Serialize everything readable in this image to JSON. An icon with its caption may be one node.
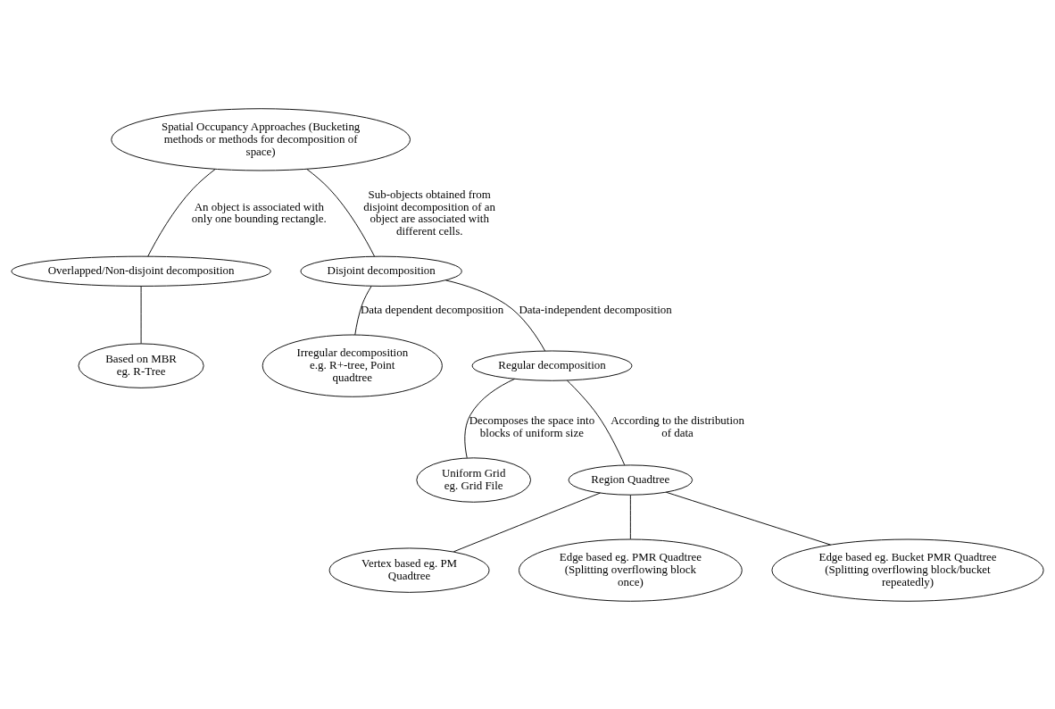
{
  "diagram": {
    "nodes": [
      {
        "text": [
          "Spatial Occupancy Approaches (Bucketing methods or methods for decomposition of space)"
        ]
      },
      {
        "text": [
          "Overlapped/Non-disjoint decomposition"
        ]
      },
      {
        "text": [
          "Disjoint decomposition"
        ]
      },
      {
        "text": [
          "Based on MBR eg. R-Tree"
        ]
      },
      {
        "text": [
          "Irregular decomposition e.g. R+-tree, Point quadtree"
        ]
      },
      {
        "text": [
          "Regular decomposition"
        ]
      },
      {
        "text": [
          "Uniform Grid eg. Grid File"
        ]
      },
      {
        "text": [
          "Region Quadtree"
        ]
      },
      {
        "text": [
          "Vertex based eg. PM Quadtree"
        ]
      },
      {
        "text": [
          "Edge based eg. PMR Quadtree (Splitting overflowing block once)"
        ]
      },
      {
        "text": [
          "Edge based eg. Bucket PMR Quadtree (Splitting overflowing block/bucket repeatedly)"
        ]
      }
    ],
    "edges": [
      {
        "from": 0,
        "to": 1,
        "arrow": "none",
        "label": "An object is associated with only one bounding rectangle."
      },
      {
        "from": 0,
        "to": 2,
        "arrow": "none",
        "label": "Sub-objects obtained from disjoint decomposition of an object are associated with different cells."
      },
      {
        "from": 1,
        "to": 3,
        "arrow": "none"
      },
      {
        "from": 2,
        "to": 4,
        "arrow": "none",
        "label": "Data dependent decomposition"
      },
      {
        "from": 2,
        "to": 5,
        "arrow": "none",
        "label": "Data-independent decomposition"
      },
      {
        "from": 5,
        "to": 6,
        "arrow": "none",
        "label": "Decomposes the space into blocks of uniform size"
      },
      {
        "from": 5,
        "to": 7,
        "arrow": "none",
        "label": "According to the distribution of data"
      },
      {
        "from": 7,
        "to": 8,
        "arrow": "none"
      },
      {
        "from": 7,
        "to": 9,
        "arrow": "none"
      },
      {
        "from": 7,
        "to": 10,
        "arrow": "none"
      }
    ]
  }
}
